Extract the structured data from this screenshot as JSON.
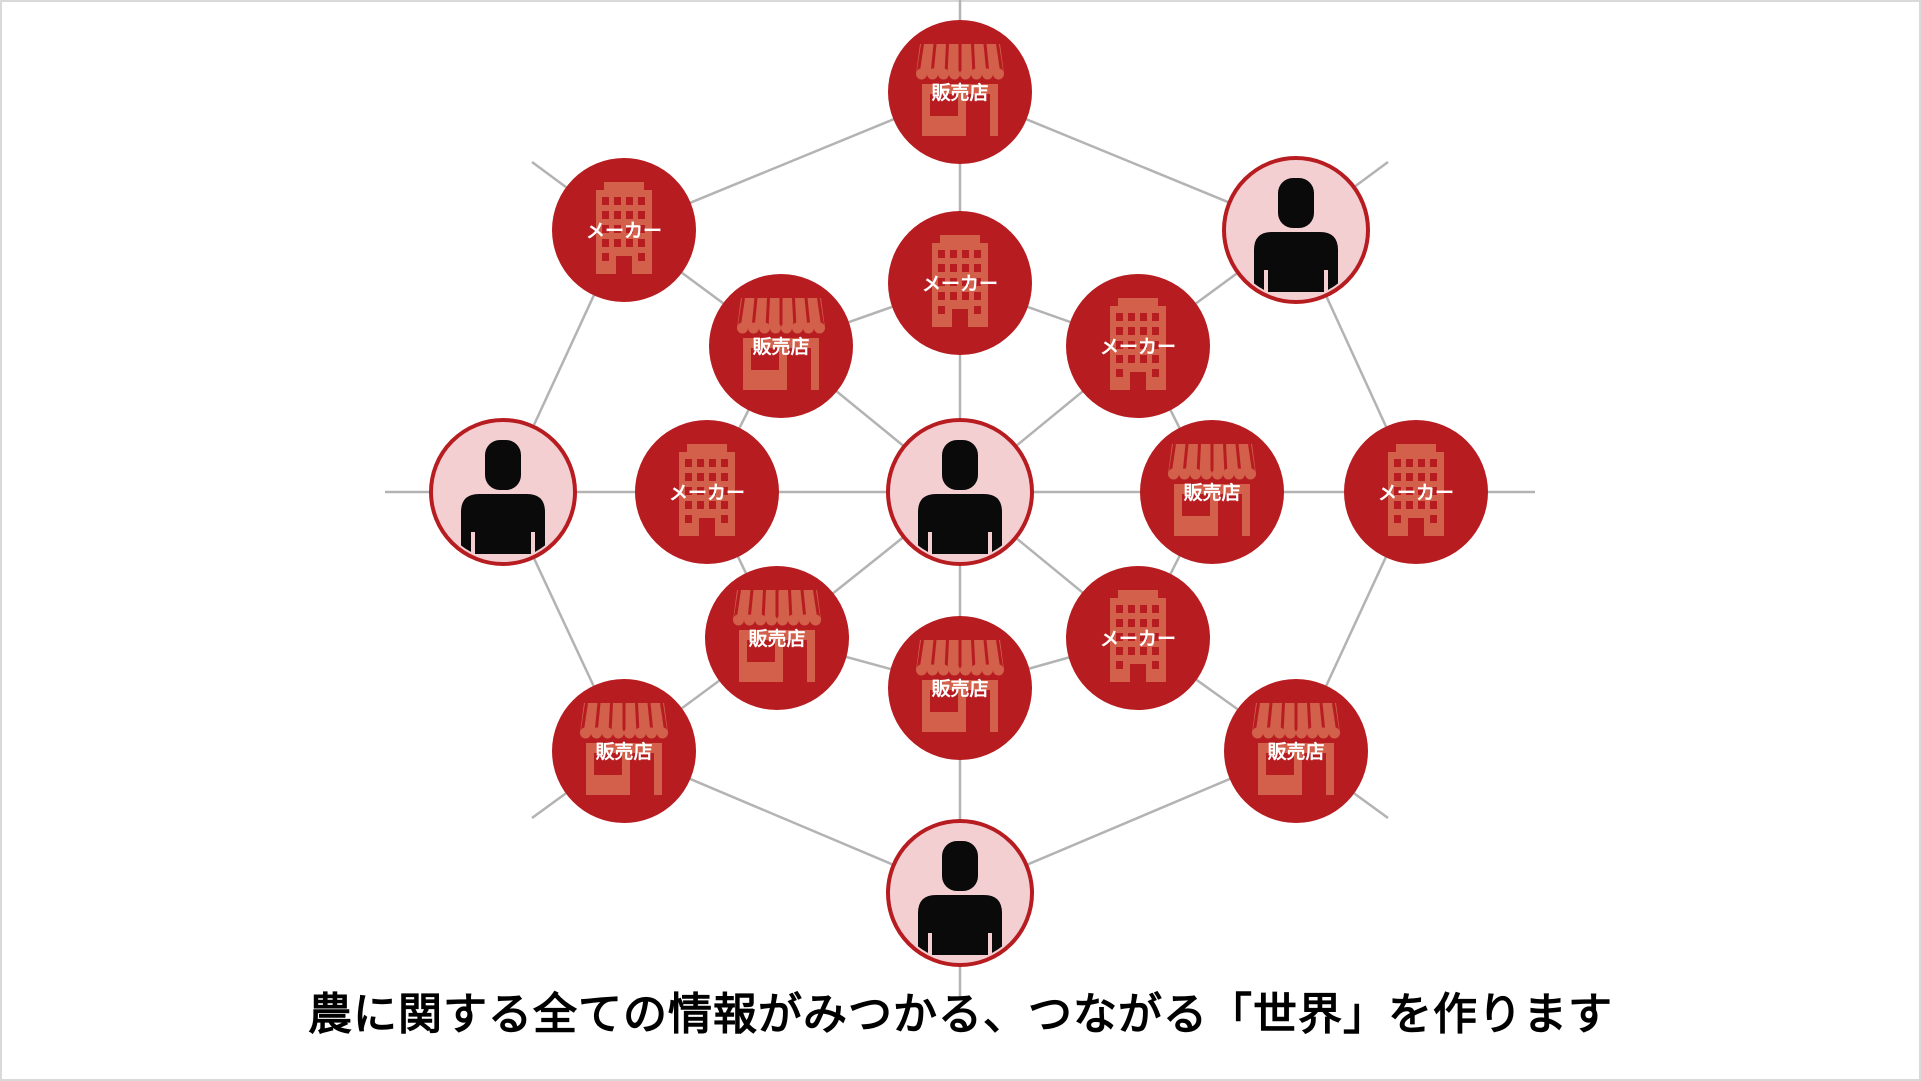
{
  "colors": {
    "node_red": "#b71c20",
    "icon_tone": "#d2604a",
    "person_fill": "#f3cfd2",
    "person_figure": "#0a0a0a",
    "edge": "#b3b3b3"
  },
  "labels": {
    "shop": "販売店",
    "maker": "メーカー"
  },
  "caption": "農に関する全ての情報がみつかる、つながる「世界」を作ります",
  "nodes": [
    {
      "id": "c",
      "kind": "person"
    },
    {
      "id": "i0",
      "kind": "maker"
    },
    {
      "id": "i1",
      "kind": "maker"
    },
    {
      "id": "i2",
      "kind": "shop"
    },
    {
      "id": "i3",
      "kind": "maker"
    },
    {
      "id": "i4",
      "kind": "shop"
    },
    {
      "id": "i5",
      "kind": "shop"
    },
    {
      "id": "i6",
      "kind": "maker"
    },
    {
      "id": "i7",
      "kind": "shop"
    },
    {
      "id": "o0",
      "kind": "shop"
    },
    {
      "id": "o1",
      "kind": "person"
    },
    {
      "id": "o2",
      "kind": "maker"
    },
    {
      "id": "o3",
      "kind": "shop"
    },
    {
      "id": "o4",
      "kind": "person"
    },
    {
      "id": "o5",
      "kind": "shop"
    },
    {
      "id": "o6",
      "kind": "person"
    },
    {
      "id": "o7",
      "kind": "maker"
    }
  ],
  "edges": [
    [
      "c",
      "i0"
    ],
    [
      "c",
      "i1"
    ],
    [
      "c",
      "i2"
    ],
    [
      "c",
      "i3"
    ],
    [
      "c",
      "i4"
    ],
    [
      "c",
      "i5"
    ],
    [
      "c",
      "i6"
    ],
    [
      "c",
      "i7"
    ],
    [
      "i0",
      "i1"
    ],
    [
      "i1",
      "i2"
    ],
    [
      "i2",
      "i3"
    ],
    [
      "i3",
      "i4"
    ],
    [
      "i4",
      "i5"
    ],
    [
      "i5",
      "i6"
    ],
    [
      "i6",
      "i7"
    ],
    [
      "i7",
      "i0"
    ],
    [
      "i0",
      "o0"
    ],
    [
      "i1",
      "o1"
    ],
    [
      "i2",
      "o2"
    ],
    [
      "i3",
      "o3"
    ],
    [
      "i4",
      "o4"
    ],
    [
      "i5",
      "o5"
    ],
    [
      "i6",
      "o6"
    ],
    [
      "i7",
      "o7"
    ],
    [
      "o0",
      "o1"
    ],
    [
      "o1",
      "o2"
    ],
    [
      "o2",
      "o3"
    ],
    [
      "o3",
      "o4"
    ],
    [
      "o4",
      "o5"
    ],
    [
      "o5",
      "o6"
    ],
    [
      "o6",
      "o7"
    ],
    [
      "o7",
      "o0"
    ]
  ]
}
